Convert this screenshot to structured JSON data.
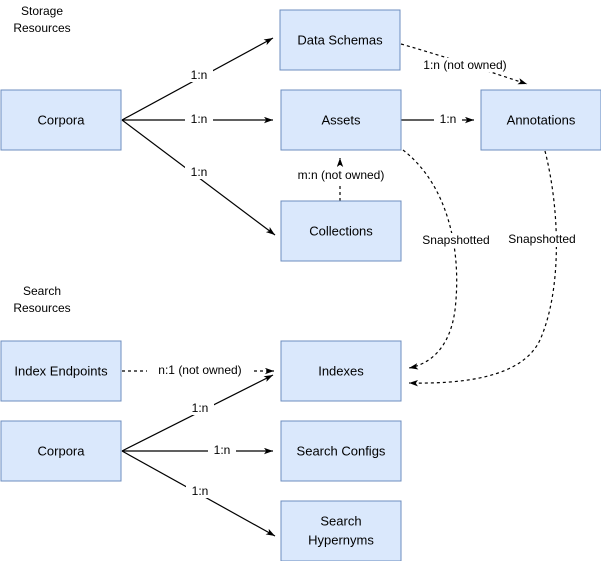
{
  "diagram": {
    "title_groups": [
      {
        "id": "storage",
        "label_line1": "Storage",
        "label_line2": "Resources"
      },
      {
        "id": "search",
        "label_line1": "Search",
        "label_line2": "Resources"
      }
    ],
    "colors": {
      "node_fill": "#dae8fc",
      "node_stroke": "#6c8ebf",
      "edge": "#000000",
      "text": "#000000",
      "background": "#ffffff"
    },
    "nodes": [
      {
        "id": "corpora-storage",
        "label": "Corpora",
        "label_line2": ""
      },
      {
        "id": "data-schemas",
        "label": "Data Schemas",
        "label_line2": ""
      },
      {
        "id": "assets",
        "label": "Assets",
        "label_line2": ""
      },
      {
        "id": "collections",
        "label": "Collections",
        "label_line2": ""
      },
      {
        "id": "annotations",
        "label": "Annotations",
        "label_line2": ""
      },
      {
        "id": "index-endpoints",
        "label": "Index Endpoints",
        "label_line2": ""
      },
      {
        "id": "corpora-search",
        "label": "Corpora",
        "label_line2": ""
      },
      {
        "id": "indexes",
        "label": "Indexes",
        "label_line2": ""
      },
      {
        "id": "search-configs",
        "label": "Search Configs",
        "label_line2": ""
      },
      {
        "id": "search-hypernyms",
        "label": "Search",
        "label_line2": "Hypernyms"
      }
    ],
    "edges": [
      {
        "id": "corpora-to-data-schemas",
        "label": "1:n",
        "style": "solid"
      },
      {
        "id": "corpora-to-assets",
        "label": "1:n",
        "style": "solid"
      },
      {
        "id": "corpora-to-collections",
        "label": "1:n",
        "style": "solid"
      },
      {
        "id": "data-schemas-to-annotations",
        "label": "1:n (not owned)",
        "style": "dashed"
      },
      {
        "id": "assets-to-annotations",
        "label": "1:n",
        "style": "solid"
      },
      {
        "id": "collections-to-assets",
        "label": "m:n (not owned)",
        "style": "dashed"
      },
      {
        "id": "assets-to-indexes",
        "label": "Snapshotted",
        "style": "dashed"
      },
      {
        "id": "annotations-to-indexes",
        "label": "Snapshotted",
        "style": "dashed"
      },
      {
        "id": "index-endpoints-to-indexes",
        "label": "n:1  (not owned)",
        "style": "dashed"
      },
      {
        "id": "corpora-search-to-indexes",
        "label": "1:n",
        "style": "solid"
      },
      {
        "id": "corpora-search-to-search-configs",
        "label": "1:n",
        "style": "solid"
      },
      {
        "id": "corpora-search-to-search-hypernyms",
        "label": "1:n",
        "style": "solid"
      }
    ]
  }
}
